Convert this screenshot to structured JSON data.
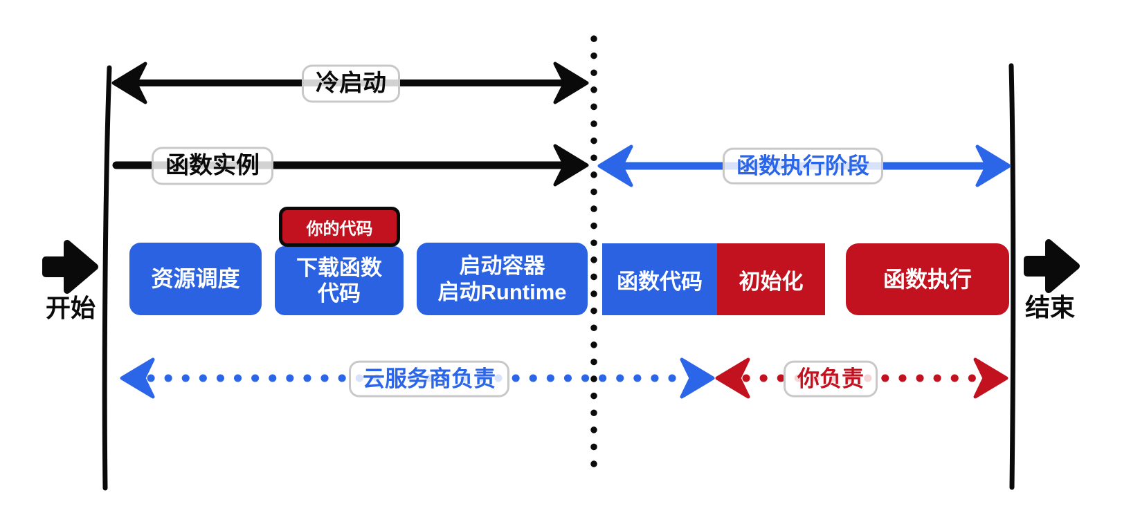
{
  "colors": {
    "blue": "#2a62e2",
    "red": "#c3121f",
    "black": "#0a0a0a",
    "label_border": "#c8c8c8"
  },
  "endpoints": {
    "start": "开始",
    "end": "结束"
  },
  "phase_arrows": {
    "cold_start": "冷启动",
    "function_instance": "函数实例",
    "execution_phase": "函数执行阶段"
  },
  "responsibility_arrows": {
    "cloud_provider": "云服务商负责",
    "you": "你负责"
  },
  "badges": {
    "your_code": "你的代码"
  },
  "stages": {
    "resource_scheduling": "资源调度",
    "download_code_line1": "下载函数",
    "download_code_line2": "代码",
    "start_container_line1": "启动容器",
    "start_container_line2": "启动Runtime",
    "function_code": "函数代码",
    "initialization": "初始化",
    "function_execution": "函数执行"
  }
}
